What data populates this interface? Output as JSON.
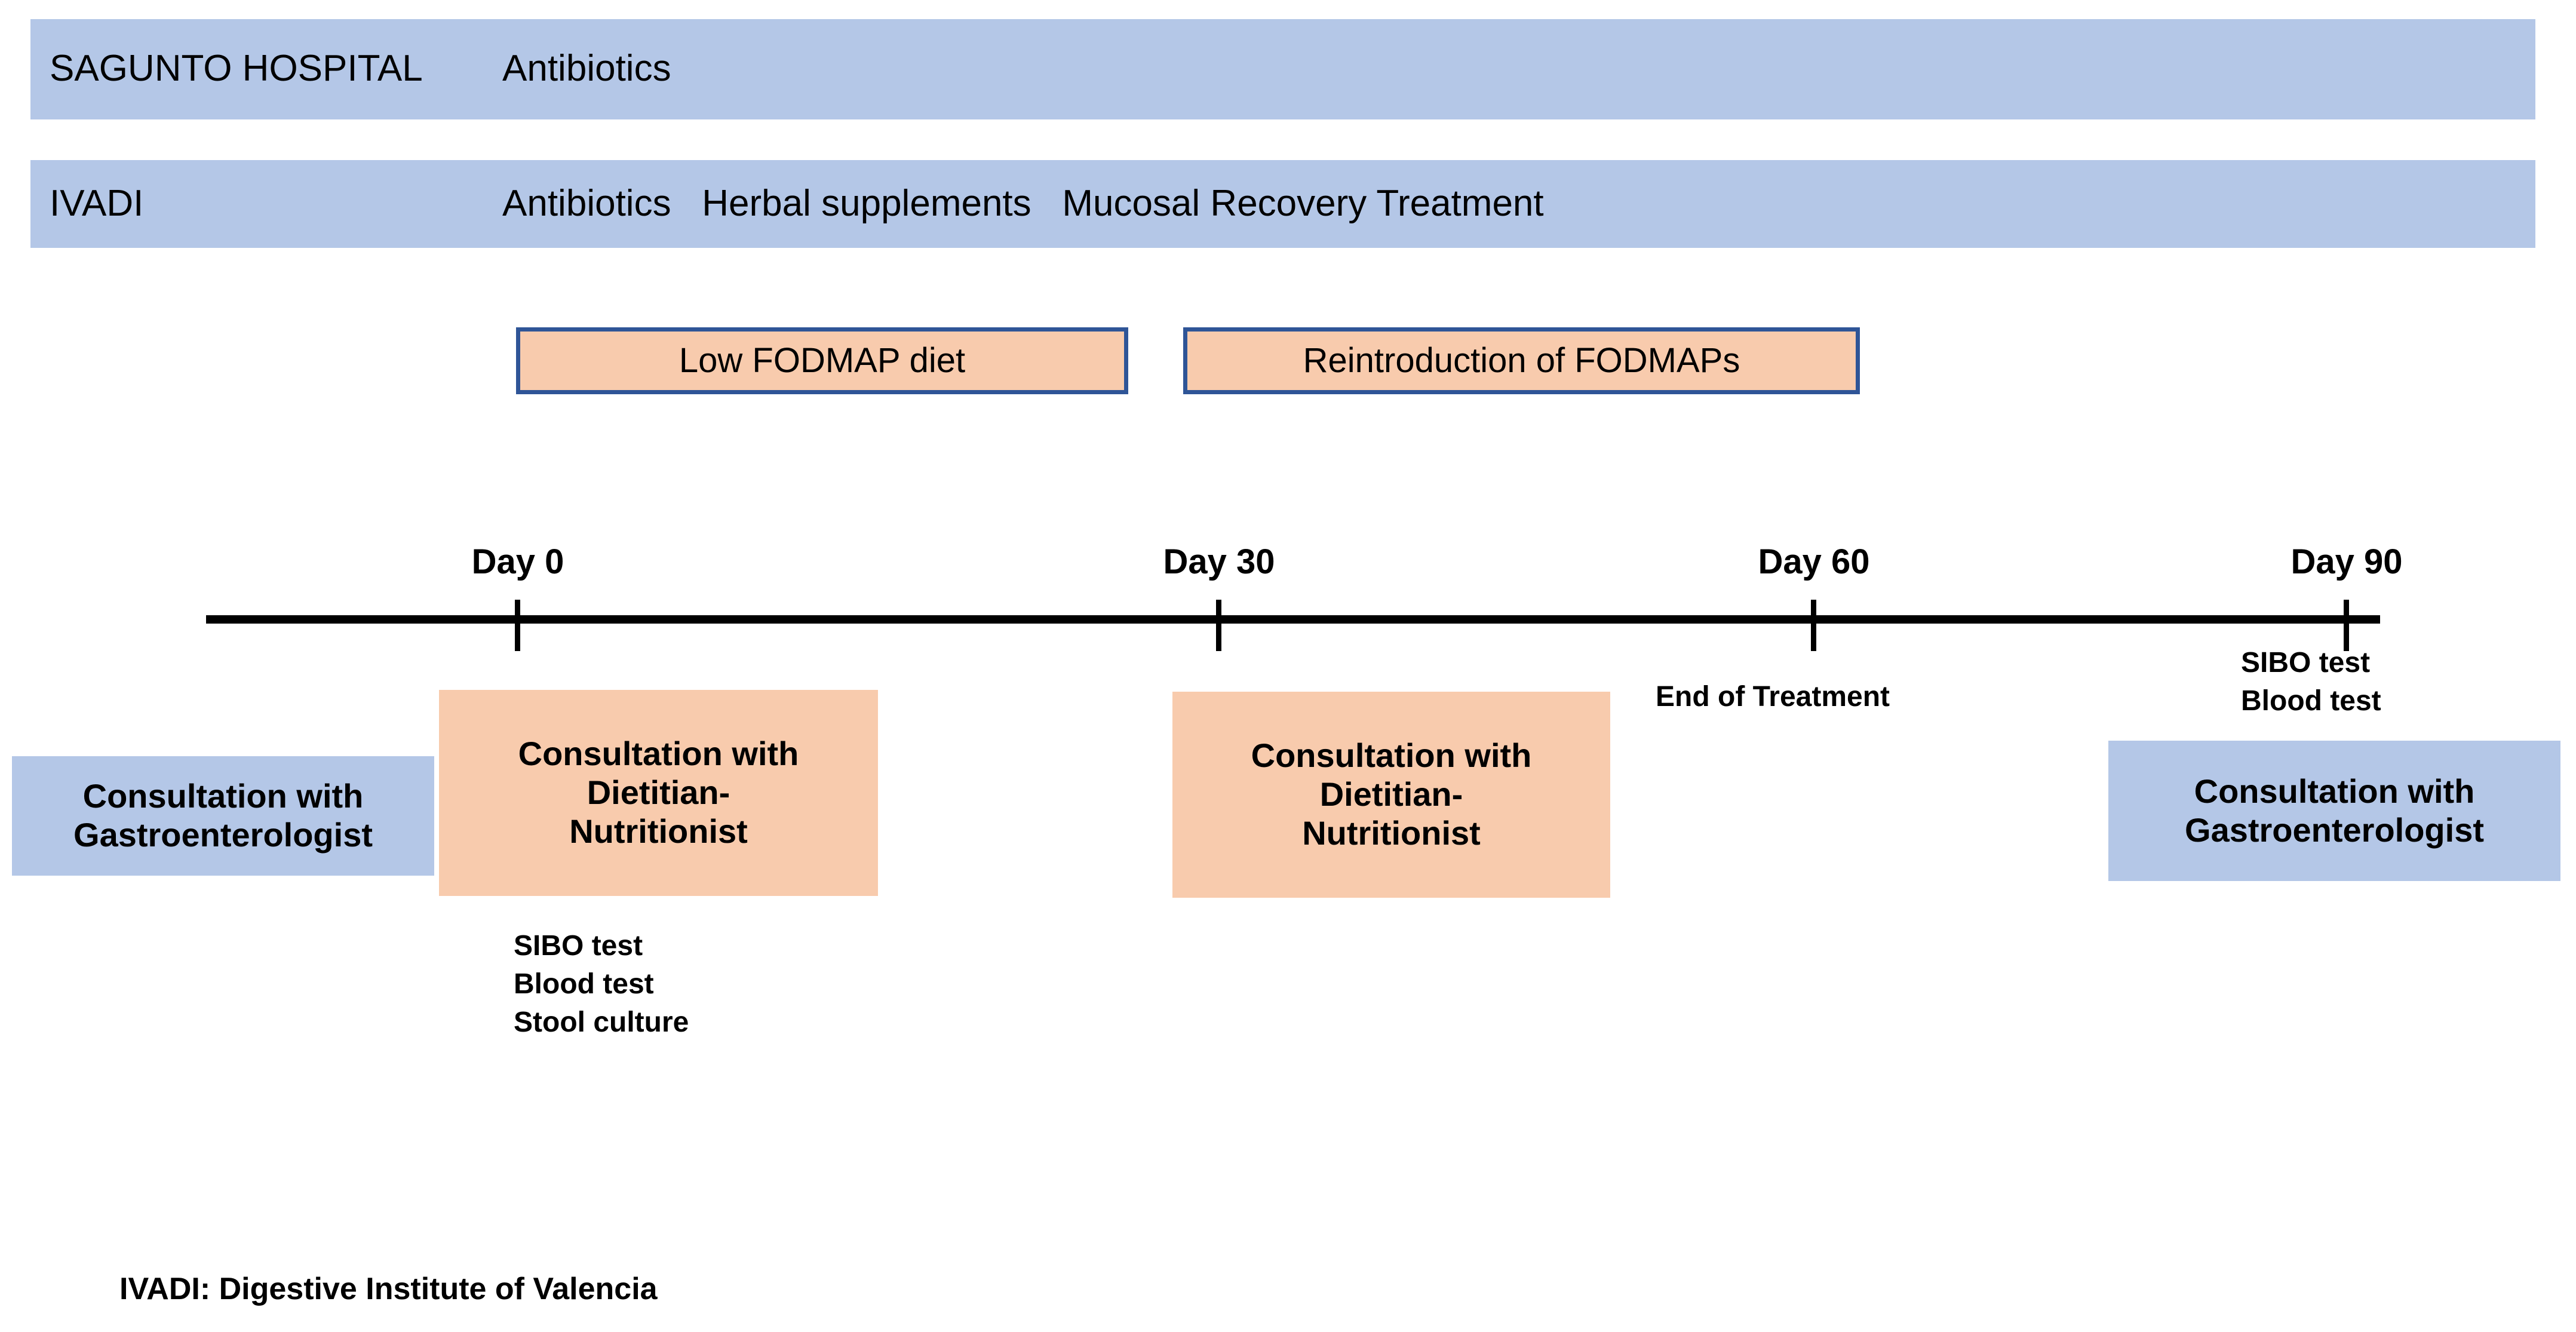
{
  "treatment_bars": [
    {
      "id": "sagunto-hospital",
      "site_label": "SAGUNTO HOSPITAL",
      "therapies_label": "Antibiotics",
      "color": "#B4C7E7"
    },
    {
      "id": "ivadi",
      "site_label": "IVADI",
      "therapies_label": "Antibiotics   Herbal supplements   Mucosal Recovery Treatment",
      "color": "#B4C7E7"
    }
  ],
  "diet_phases": [
    {
      "id": "low-fodmap",
      "label": "Low FODMAP diet",
      "fill": "#F8CBAD",
      "border": "#2F5597"
    },
    {
      "id": "reintroduction",
      "label": "Reintroduction of FODMAPs",
      "fill": "#F8CBAD",
      "border": "#2F5597"
    }
  ],
  "timeline": {
    "ticks": [
      {
        "id": "day-0",
        "label": "Day 0"
      },
      {
        "id": "day-30",
        "label": "Day 30"
      },
      {
        "id": "day-60",
        "label": "Day 60"
      },
      {
        "id": "day-90",
        "label": "Day 90"
      }
    ]
  },
  "events": [
    {
      "id": "baseline-gastro",
      "lines": [
        "Consultation with",
        "Gastroenterologist"
      ],
      "color": "#B4C7E7"
    },
    {
      "id": "day0-dietitian",
      "lines": [
        "Consultation with",
        "Dietitian-",
        "Nutritionist"
      ],
      "color": "#F8CBAD"
    },
    {
      "id": "day30-dietitian",
      "lines": [
        "Consultation with",
        "Dietitian-",
        "Nutritionist"
      ],
      "color": "#F8CBAD"
    },
    {
      "id": "day90-gastro",
      "lines": [
        "Consultation with",
        "Gastroenterologist"
      ],
      "color": "#B4C7E7"
    }
  ],
  "annotations": {
    "day0_tests": [
      "SIBO test",
      "Blood test",
      "Stool culture"
    ],
    "day60_note": "End of Treatment",
    "day90_tests": [
      "SIBO test",
      "Blood test"
    ]
  },
  "footnote": "IVADI: Digestive Institute of Valencia"
}
